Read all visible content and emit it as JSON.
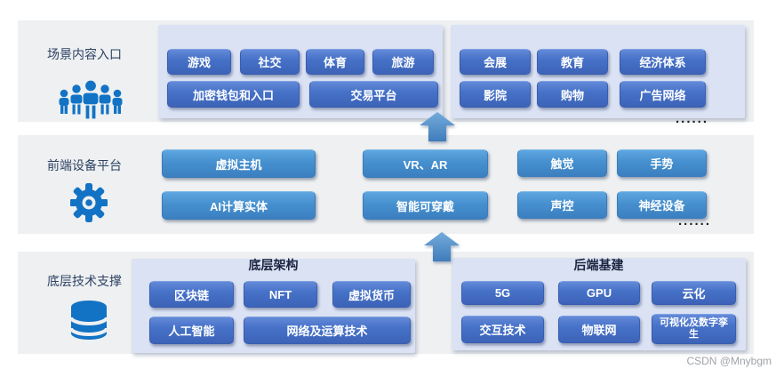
{
  "colors": {
    "band_background": "#eef0f1",
    "panel_background": "#dbe2f4",
    "royal_button": "#4470c4",
    "sky_button": "#4793d0",
    "icon_blue": "#1273c5",
    "label_text": "#2e4265",
    "title_text": "#1b2540"
  },
  "bands": [
    {
      "label": "场景内容入口",
      "icon": "people-group-icon",
      "left_panel_buttons": [
        "游戏",
        "社交",
        "体育",
        "旅游",
        "加密钱包和入口",
        "交易平台"
      ],
      "right_panel_buttons": [
        "会展",
        "教育",
        "经济体系",
        "影院",
        "购物",
        "广告网络"
      ],
      "more_dots": "......"
    },
    {
      "label": "前端设备平台",
      "icon": "gear-icon",
      "buttons": [
        "虚拟主机",
        "AI计算实体",
        "VR、AR",
        "智能可穿戴",
        "触觉",
        "手势",
        "声控",
        "神经设备"
      ],
      "more_dots": "......"
    },
    {
      "label": "底层技术支撑",
      "icon": "database-icon",
      "left_panel": {
        "title": "底层架构",
        "buttons": [
          "区块链",
          "NFT",
          "虚拟货币",
          "人工智能",
          "网络及运算技术"
        ]
      },
      "right_panel": {
        "title": "后端基建",
        "buttons": [
          "5G",
          "GPU",
          "云化",
          "交互技术",
          "物联网",
          "可视化及数字孪生"
        ]
      }
    }
  ],
  "watermark": "CSDN @Mnybgm"
}
